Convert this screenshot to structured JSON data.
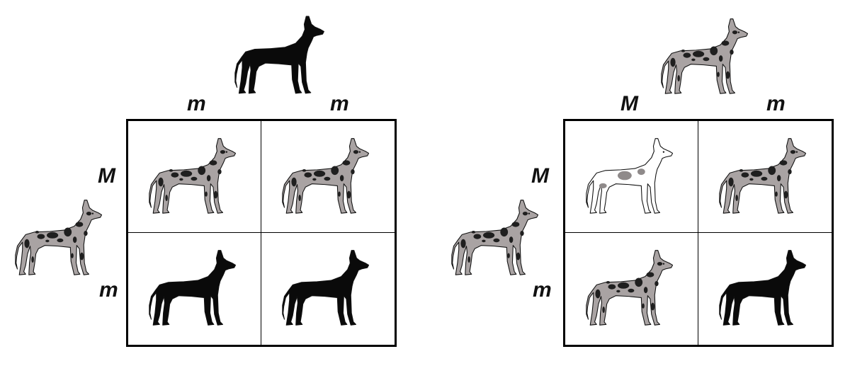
{
  "colors": {
    "merle_gray": "#a9a3a3",
    "merle_spot": "#1f1f1f",
    "black": "#0a0a0a",
    "harlequin_white": "#ffffff",
    "harlequin_patch": "#8f8a8a",
    "outline": "#111111"
  },
  "left_square": {
    "top_parent": {
      "phenotype": "black"
    },
    "side_parent": {
      "phenotype": "merle"
    },
    "top_alleles": [
      "m",
      "m"
    ],
    "side_alleles": [
      "M",
      "m"
    ],
    "cells": [
      {
        "phenotype": "merle"
      },
      {
        "phenotype": "merle"
      },
      {
        "phenotype": "black"
      },
      {
        "phenotype": "black"
      }
    ]
  },
  "right_square": {
    "top_parent": {
      "phenotype": "merle"
    },
    "side_parent": {
      "phenotype": "merle"
    },
    "top_alleles": [
      "M",
      "m"
    ],
    "side_alleles": [
      "M",
      "m"
    ],
    "cells": [
      {
        "phenotype": "white"
      },
      {
        "phenotype": "merle"
      },
      {
        "phenotype": "merle"
      },
      {
        "phenotype": "black"
      }
    ]
  }
}
